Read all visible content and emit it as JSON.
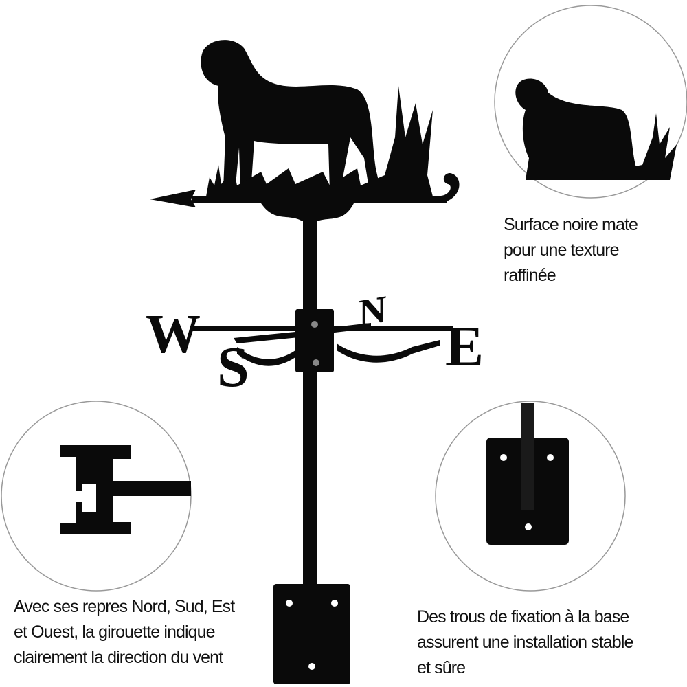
{
  "product": {
    "compass_letters": {
      "west": "W",
      "east": "E",
      "north": "N",
      "south": "S"
    },
    "color": "#0a0a0a"
  },
  "captions": {
    "finish": {
      "lines": [
        "Surface noire mate",
        "pour une texture",
        "raffinée"
      ]
    },
    "directions": {
      "lines": [
        "Avec ses repres Nord, Sud, Est",
        "et Ouest, la girouette indique",
        "clairement la direction du vent"
      ]
    },
    "mounting": {
      "lines": [
        "Des trous de fixation à la base",
        "assurent une installation stable",
        "et sûre"
      ]
    }
  }
}
